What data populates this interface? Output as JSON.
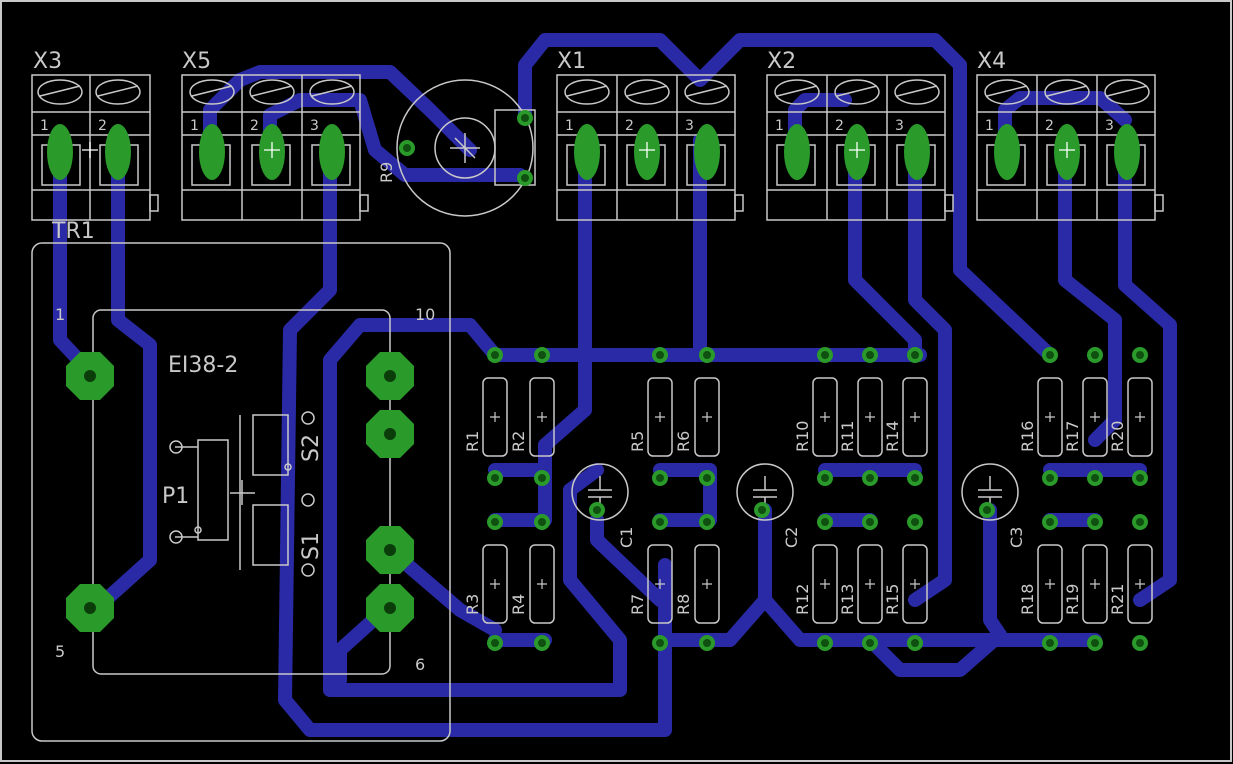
{
  "board": {
    "background": "#000000",
    "border_color": "#c9c9c9",
    "trace_color": "#2a2aa6",
    "pad_color": "#1a9a1a",
    "silk_color": "#c9c9c9"
  },
  "connectors": {
    "x3": {
      "name": "X3",
      "pins": [
        "1",
        "2"
      ]
    },
    "x5": {
      "name": "X5",
      "pins": [
        "1",
        "2",
        "3"
      ]
    },
    "x1": {
      "name": "X1",
      "pins": [
        "1",
        "2",
        "3"
      ]
    },
    "x2": {
      "name": "X2",
      "pins": [
        "1",
        "2",
        "3"
      ]
    },
    "x4": {
      "name": "X4",
      "pins": [
        "1",
        "2",
        "3"
      ]
    }
  },
  "transformer": {
    "name": "TR1",
    "value": "EI38-2",
    "pin1": "1",
    "pin5": "5",
    "pin10": "10",
    "pin6": "6"
  },
  "relay": {
    "name": "P1",
    "s1": "S1",
    "s2": "S2"
  },
  "pot": {
    "name": "R9"
  },
  "resistors": {
    "r1": "R1",
    "r2": "R2",
    "r3": "R3",
    "r4": "R4",
    "r5": "R5",
    "r6": "R6",
    "r7": "R7",
    "r8": "R8",
    "r10": "R10",
    "r11": "R11",
    "r12": "R12",
    "r13": "R13",
    "r14": "R14",
    "r15": "R15",
    "r16": "R16",
    "r17": "R17",
    "r18": "R18",
    "r19": "R19",
    "r20": "R20",
    "r21": "R21"
  },
  "capacitors": {
    "c1": "C1",
    "c2": "C2",
    "c3": "C3"
  }
}
